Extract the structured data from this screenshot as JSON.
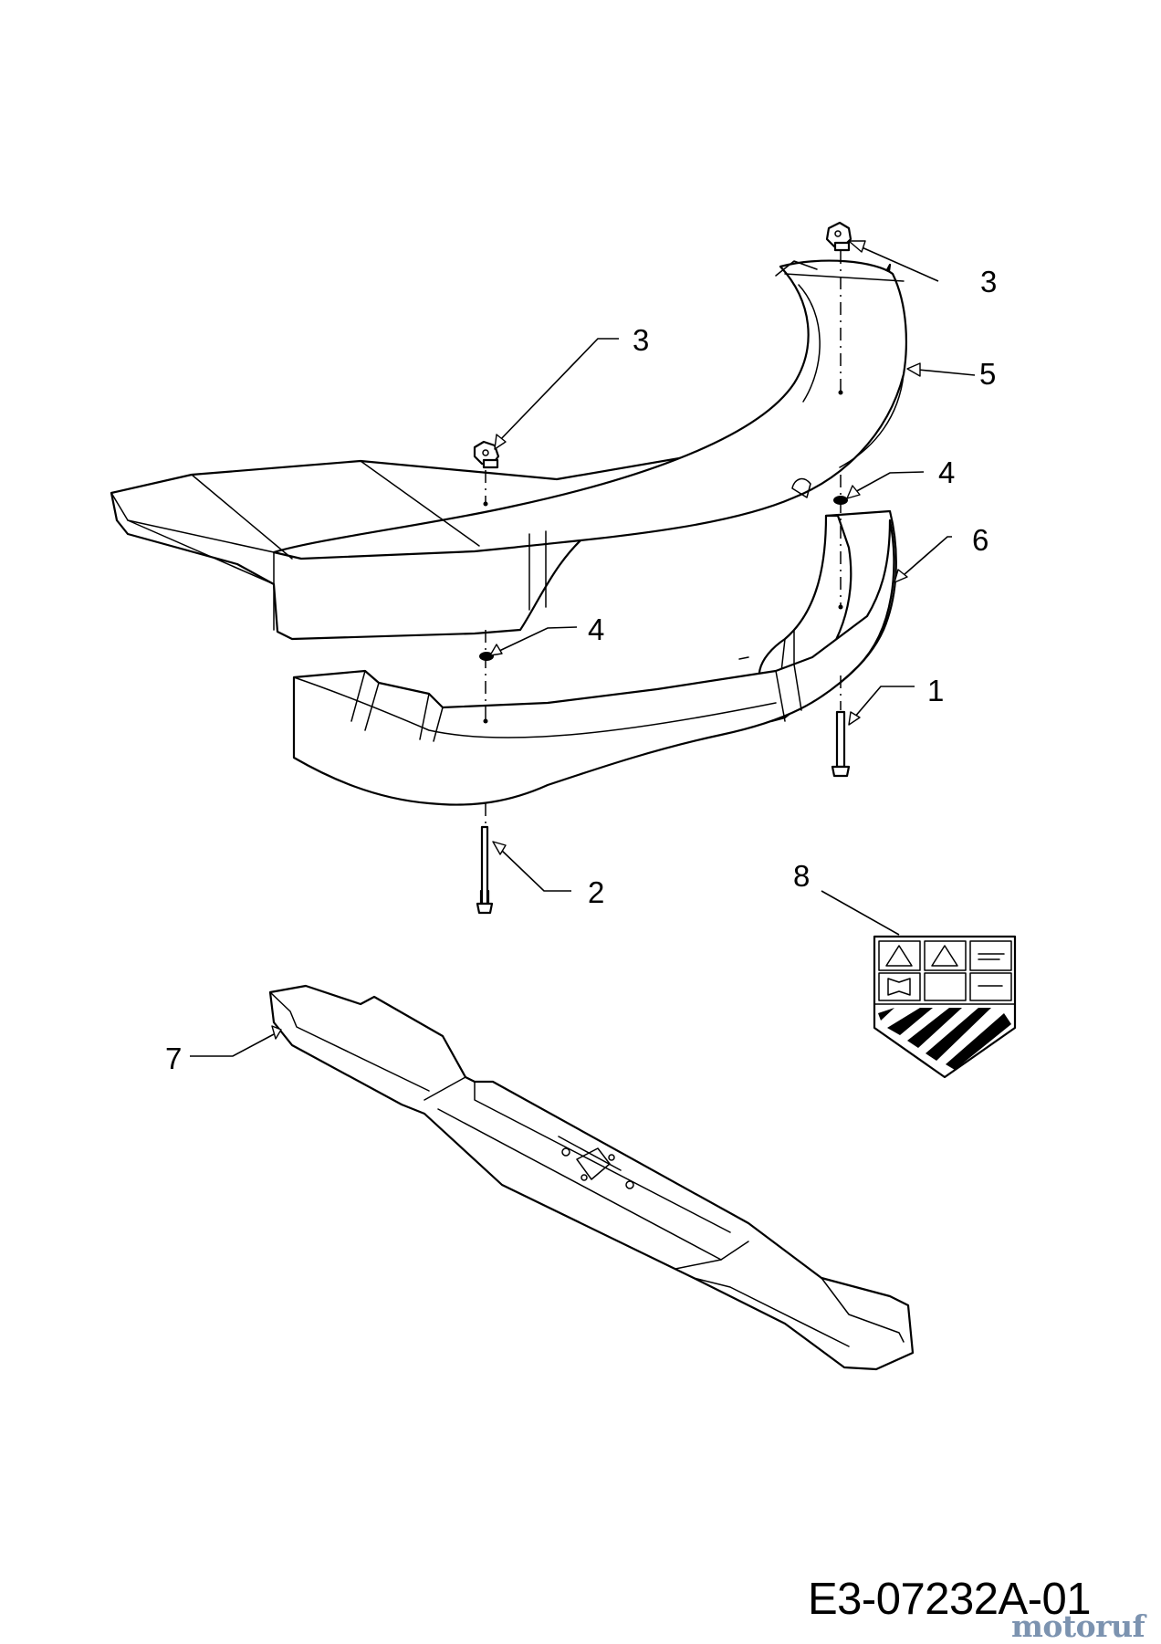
{
  "diagram": {
    "callouts": {
      "c1": "1",
      "c2": "2",
      "c3a": "3",
      "c3b": "3",
      "c4a": "4",
      "c4b": "4",
      "c5": "5",
      "c6": "6",
      "c7": "7",
      "c8": "8"
    },
    "drawing_code": "E3-07232A-01",
    "watermark": "motoruf"
  }
}
